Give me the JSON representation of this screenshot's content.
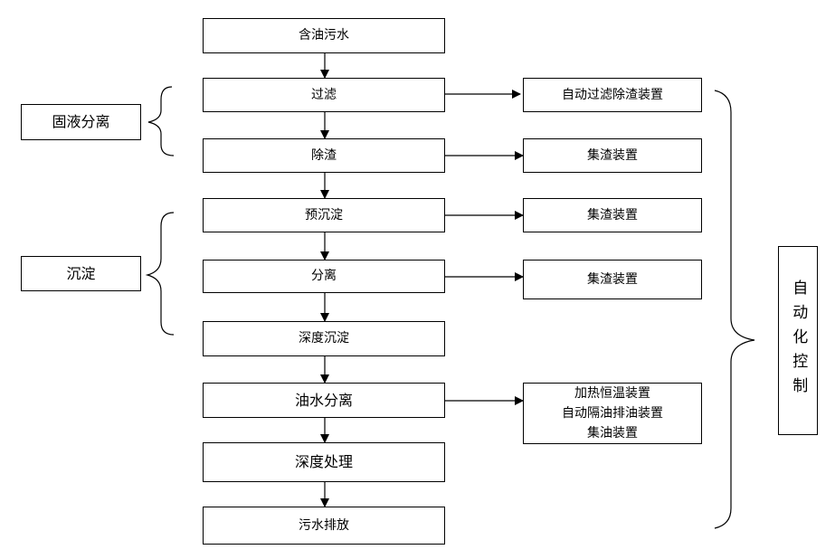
{
  "process_steps": [
    "含油污水",
    "过滤",
    "除渣",
    "预沉淀",
    "分离",
    "深度沉淀",
    "油水分离",
    "深度处理",
    "污水排放"
  ],
  "stage_labels": {
    "solid_liquid": "固液分离",
    "sedimentation": "沉淀"
  },
  "devices": {
    "filter_device": "自动过滤除渣装置",
    "slag_collector_1": "集渣装置",
    "slag_collector_2": "集渣装置",
    "slag_collector_3": "集渣装置",
    "oil_devices": [
      "加热恒温装置",
      "自动隔油排油装置",
      "集油装置"
    ]
  },
  "auto_control": "自动化控制",
  "colors": {
    "line": "#000000",
    "box_border": "#000000",
    "background": "#ffffff"
  }
}
